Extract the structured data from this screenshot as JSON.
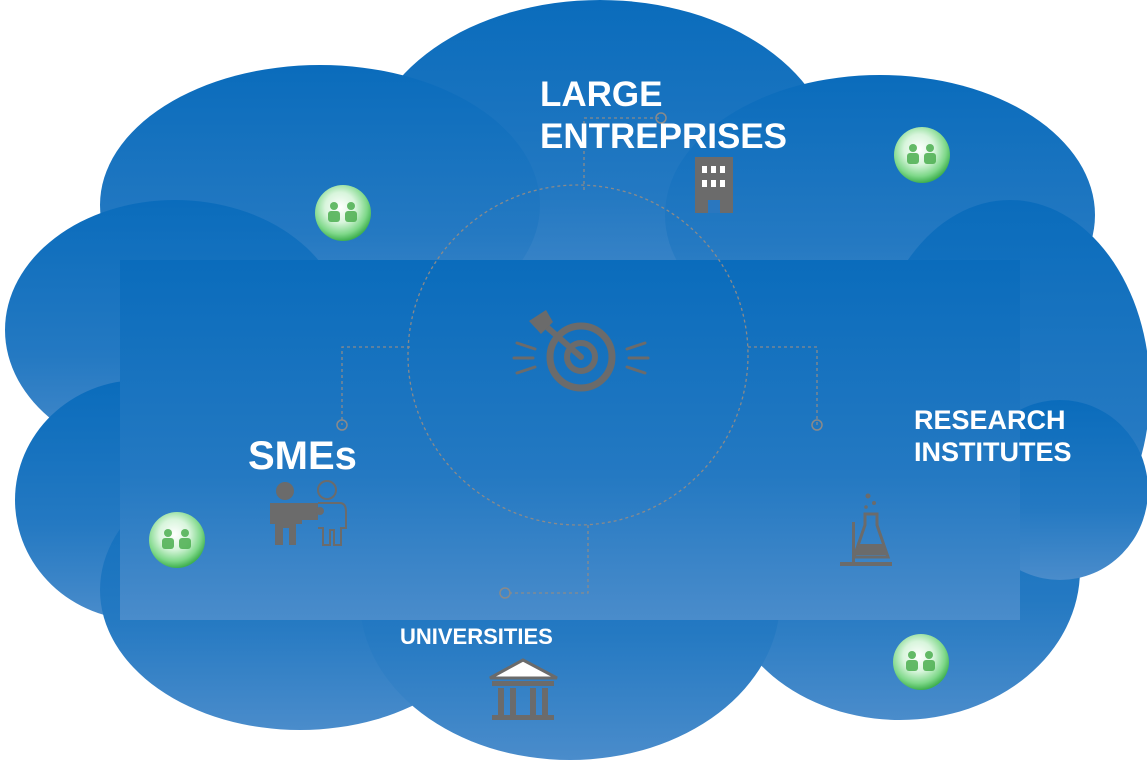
{
  "nodes": {
    "large_enterprises": {
      "line1": "LARGE",
      "line2": "ENTREPRISES",
      "icon": "building-icon"
    },
    "smes": {
      "label": "SMEs",
      "icon": "people-puzzle-icon"
    },
    "research_institutes": {
      "line1": "RESEARCH",
      "line2": "INSTITUTES",
      "icon": "flask-icon"
    },
    "universities": {
      "label": "UNIVERSITIES",
      "icon": "university-icon"
    }
  },
  "center": {
    "icon": "target-arrow-icon"
  },
  "decorations": {
    "bubble_icon": "people-bubble-icon",
    "bubble_count": 4
  },
  "colors": {
    "cloud_top": "#0a6cbc",
    "cloud_bottom": "#3d86c8",
    "icon_gray": "#6b6b6b",
    "line_gray": "#8a8a8a",
    "bubble_green": "#6fcf7a",
    "text": "#ffffff"
  }
}
